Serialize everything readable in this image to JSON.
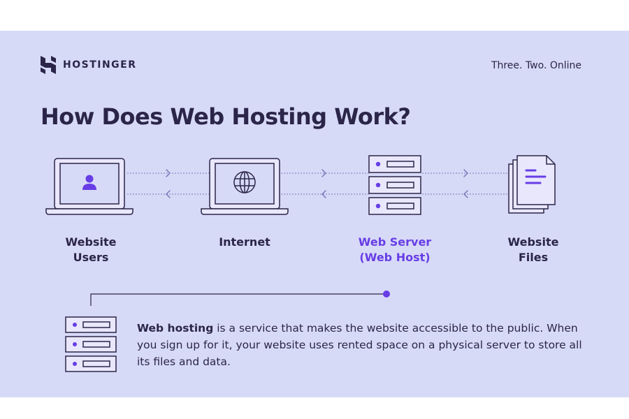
{
  "brand": {
    "name": "HOSTINGER",
    "tagline": "Three. Two. Online"
  },
  "title": "How Does Web Hosting Work?",
  "nodes": [
    {
      "label": "Website\nUsers",
      "icon": "laptop-user-icon"
    },
    {
      "label": "Internet",
      "icon": "laptop-globe-icon"
    },
    {
      "label": "Web Server\n(Web Host)",
      "icon": "server-stack-icon",
      "highlight": true
    },
    {
      "label": "Website\nFiles",
      "icon": "documents-icon"
    }
  ],
  "description": {
    "term": "Web hosting",
    "text": " is a service that makes the website accessible to the public. When you sign up for it, your website uses rented space on a physical server to store all its files and data."
  },
  "colors": {
    "background": "#d7daf7",
    "text": "#2b2549",
    "accent": "#673de6",
    "icon_fill": "#e9e7fc"
  }
}
